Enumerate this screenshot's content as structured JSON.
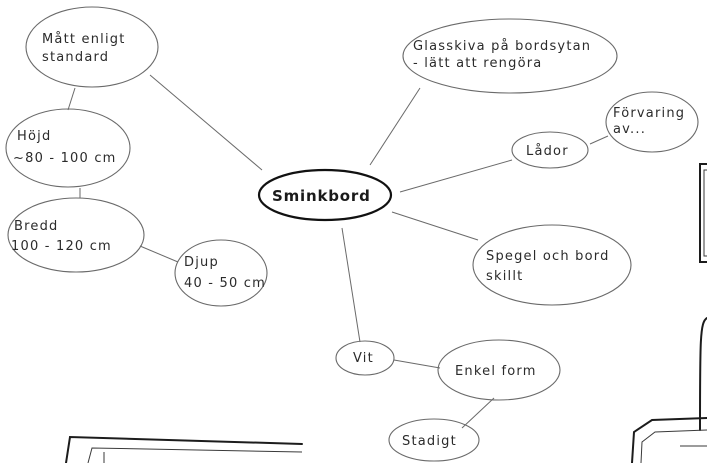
{
  "mindmap": {
    "center": "Sminkbord",
    "nodes": {
      "matt": [
        "Mått enligt",
        "standard"
      ],
      "hojd": [
        "Höjd",
        "~80 - 100 cm"
      ],
      "bredd": [
        "Bredd",
        "100 - 120 cm"
      ],
      "djup": [
        "Djup",
        "40 - 50 cm"
      ],
      "glasskiva": [
        "Glasskiva på bordsytan",
        "- lätt att rengöra"
      ],
      "forvaring": [
        "Förvaring",
        "av..."
      ],
      "lador": [
        "Lådor"
      ],
      "spegel": [
        "Spegel och bord",
        "skillt"
      ],
      "vit": [
        "Vit"
      ],
      "enkel": [
        "Enkel form"
      ],
      "stadigt": [
        "Stadigt"
      ]
    }
  },
  "colors": {
    "ink": "#2b2b2b",
    "line": "#6a6a6a",
    "center_outline": "#111111",
    "paper": "#ffffff"
  }
}
